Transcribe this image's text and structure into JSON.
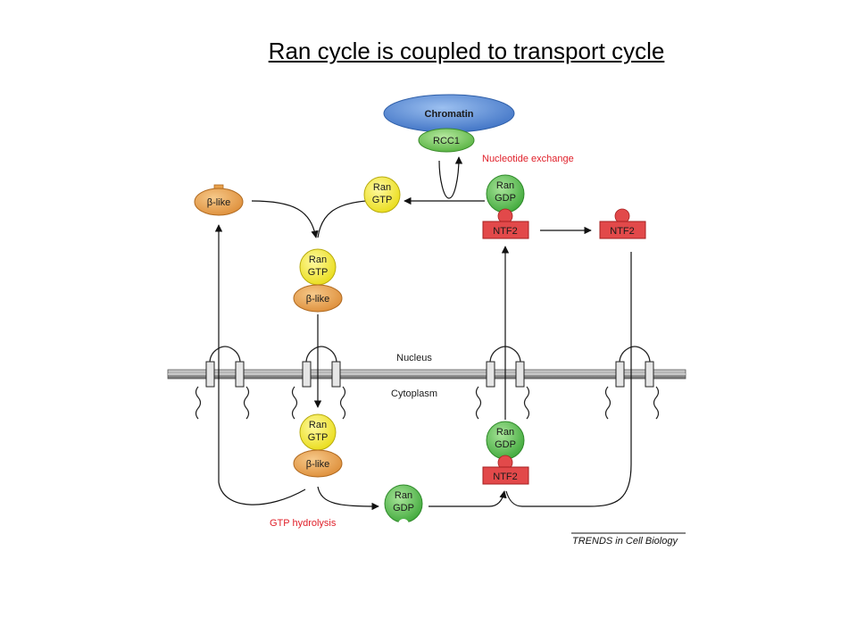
{
  "title": "Ran cycle is coupled to transport cycle",
  "compartments": {
    "nucleus": "Nucleus",
    "cytoplasm": "Cytoplasm"
  },
  "chromatin": {
    "label": "Chromatin",
    "rcc1": "RCC1"
  },
  "annotations": {
    "nucleotide_exchange": "Nucleotide exchange",
    "gtp_hydrolysis": "GTP hydrolysis"
  },
  "molecules": {
    "ran": "Ran",
    "gtp": "GTP",
    "gdp": "GDP",
    "beta_like": "β-like",
    "ntf2": "NTF2"
  },
  "credit": "TRENDS in Cell Biology",
  "colors": {
    "ran_gtp": "#f3e832",
    "ran_gdp": "#5cbf4a",
    "beta_like": "#e8a14c",
    "ntf2": "#e2494a",
    "chromatin": "#4f86d6",
    "rcc1": "#6cc24a",
    "annotation": "#e0202a",
    "membrane": "#a8a8a8"
  }
}
